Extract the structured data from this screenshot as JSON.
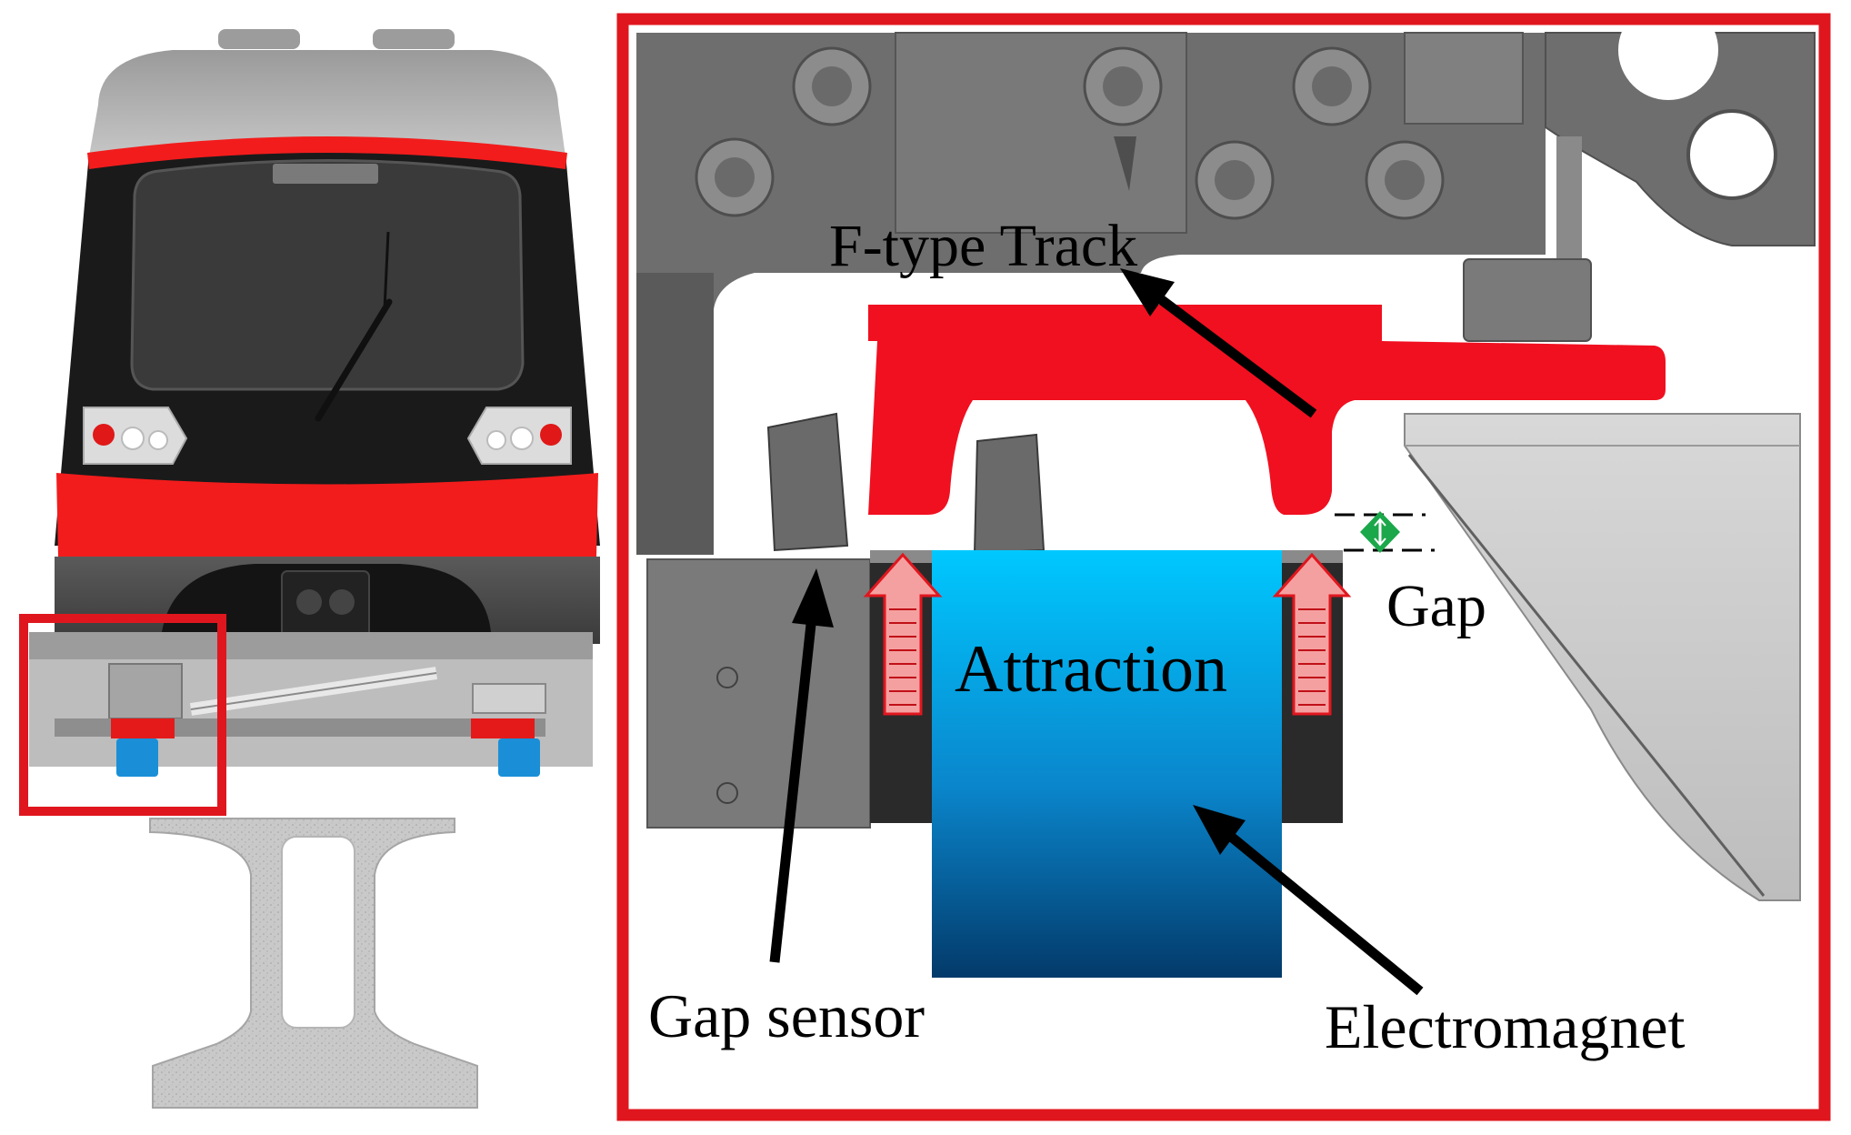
{
  "labels": {
    "track": "F-type Track",
    "gap": "Gap",
    "attraction": "Attraction",
    "gap_sensor": "Gap sensor",
    "electromagnet": "Electromagnet"
  },
  "colors": {
    "highlight_red": "#e0161e",
    "track_red": "#f01020",
    "magnet_top": "#00c8ff",
    "magnet_bottom": "#003060",
    "steel_gray": "#6e6e6e",
    "gap_marker_green": "#1aa84a"
  },
  "icons": {
    "gap_marker": "green-diamond-icon",
    "force_arrow": "red-up-arrow-icon"
  }
}
